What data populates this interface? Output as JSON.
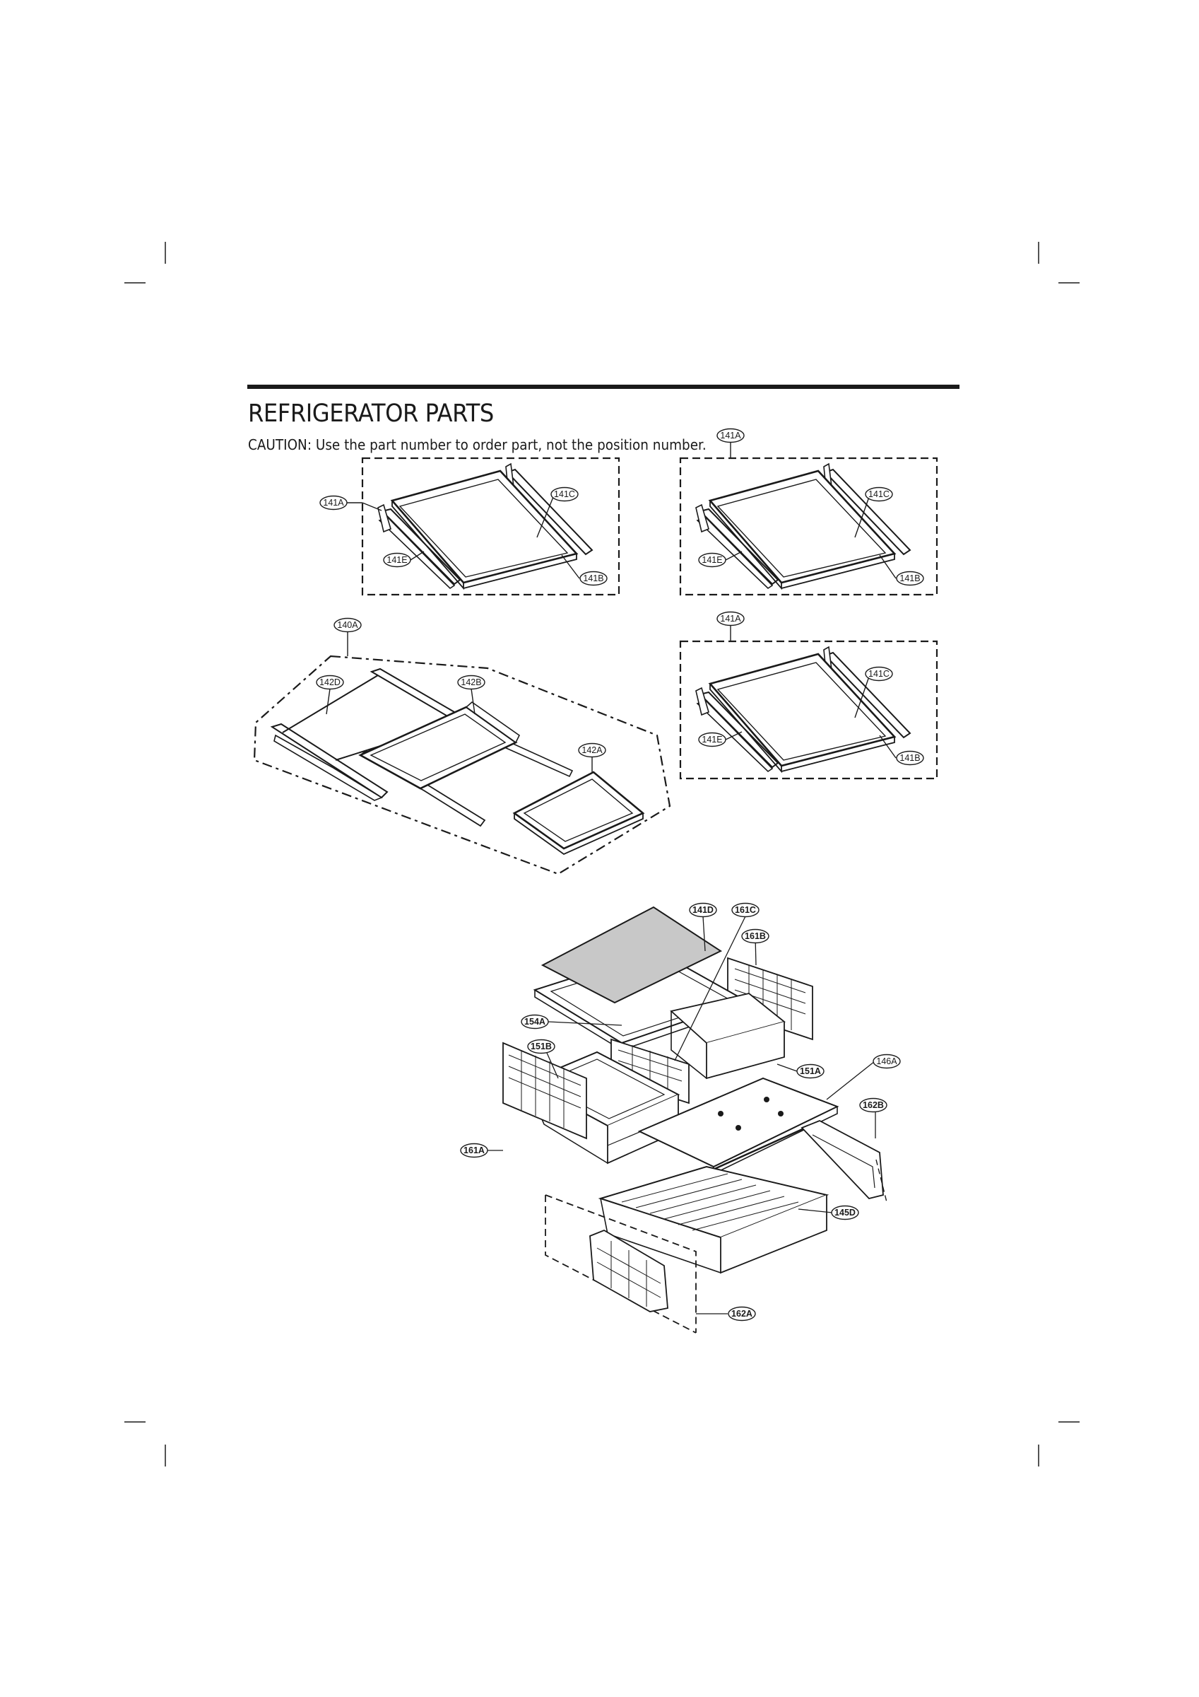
{
  "header": {
    "title": "REFRIGERATOR PARTS",
    "caution": "CAUTION: Use the part number to order part, not the position number."
  },
  "callouts": {
    "shelf1": {
      "a": "141A",
      "c": "141C",
      "e": "141E",
      "b": "141B"
    },
    "shelf2": {
      "a": "141A",
      "c": "141C",
      "e": "141E",
      "b": "141B"
    },
    "shelf3": {
      "a": "141A",
      "c": "141C",
      "e": "141E",
      "b": "141B"
    },
    "folding": {
      "assembly": "140A",
      "rail": "142D",
      "front": "142B",
      "glass": "142A"
    },
    "crisper": {
      "glass": "141D",
      "cover_bracket": "161C",
      "right_panel": "161B",
      "cover": "154A",
      "drawer_left": "151B",
      "drawer_right": "151A",
      "frame": "146A",
      "side_rail": "162B",
      "left_panel": "161A",
      "pantry": "145D",
      "rail_bottom": "162A"
    }
  },
  "colors": {
    "ink": "#1a1a1a",
    "glass": "#c8c8c8",
    "paper": "#ffffff"
  }
}
